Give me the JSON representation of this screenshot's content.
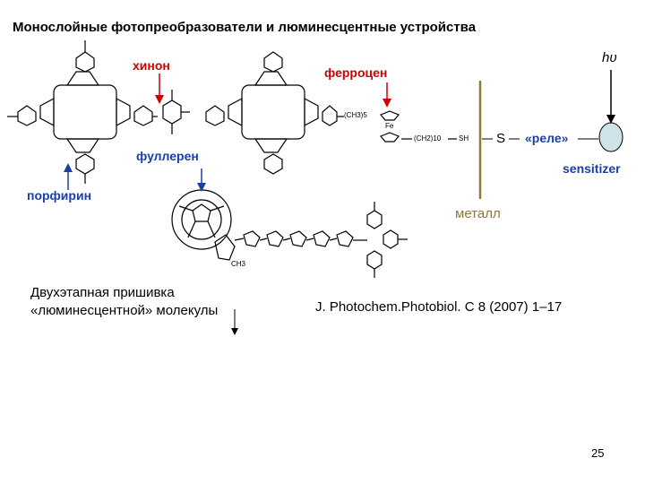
{
  "slide": {
    "title": "Монослойные фотопреобразователи и люминесцентные устройства",
    "labels": {
      "quinone": "хинон",
      "ferrocene": "ферроцен",
      "fullerene": "фуллерен",
      "porphyrin": "порфирин",
      "hv": "hυ",
      "relay": "«реле»",
      "sulfur": "S",
      "sensitizer": "sensitizer",
      "metal": "металл",
      "fe": "Fe",
      "ch3": "(CH3)5",
      "ch2": "(CH2)10",
      "sh": "SH",
      "ch3n": "CH3"
    },
    "caption_left": [
      "Двухэтапная пришивка",
      "«люминесцентной» молекулы"
    ],
    "reference": "J. Photochem.Photobiol. C 8 (2007) 1–17",
    "page_number": "25"
  },
  "colors": {
    "red_label": "#cc0000",
    "blue_label": "#1a3fa8",
    "metal_line": "#8a7a3a",
    "sensitizer_fill": "#cfe3ea"
  }
}
